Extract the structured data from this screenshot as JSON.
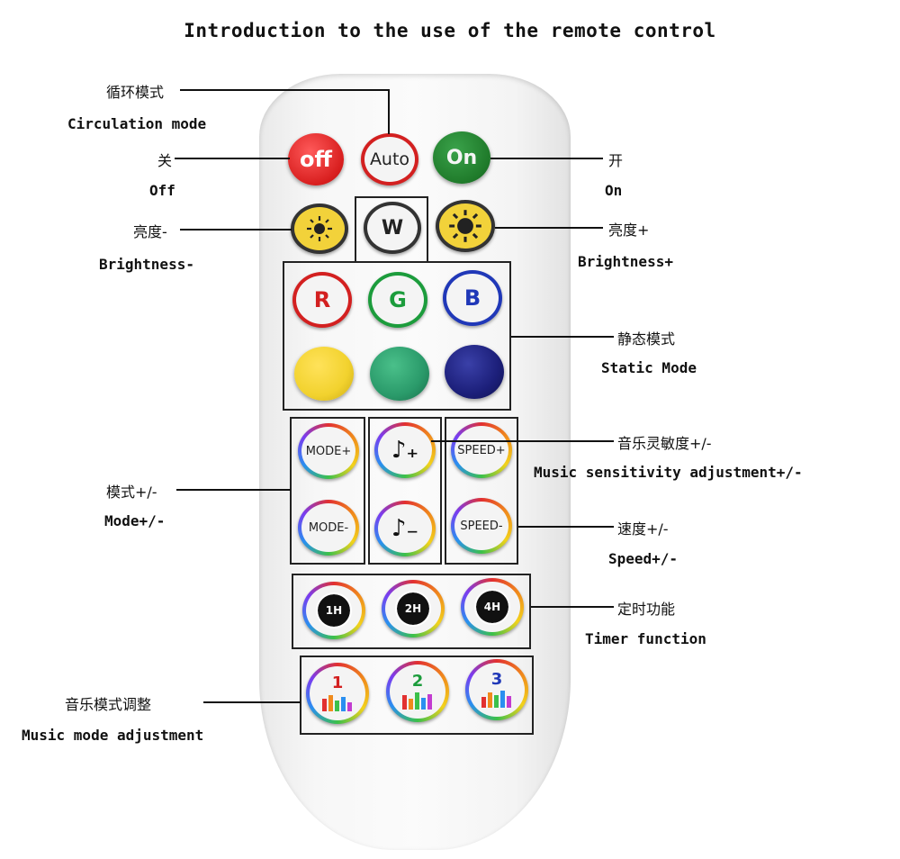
{
  "title": "Introduction to the use of the remote control",
  "labels": {
    "circulation_zh": "循环模式",
    "circulation_en": "Circulation mode",
    "off_zh": "关",
    "off_en": "Off",
    "on_zh": "开",
    "on_en": "On",
    "brightness_minus_zh": "亮度-",
    "brightness_minus_en": "Brightness-",
    "brightness_plus_zh": "亮度+",
    "brightness_plus_en": "Brightness+",
    "static_zh": "静态模式",
    "static_en": "Static Mode",
    "music_sens_zh": "音乐灵敏度+/-",
    "music_sens_en": "Music sensitivity adjustment+/-",
    "mode_zh": "模式+/-",
    "mode_en": "Mode+/-",
    "speed_zh": "速度+/-",
    "speed_en": "Speed+/-",
    "timer_zh": "定时功能",
    "timer_en": "Timer function",
    "music_mode_zh": "音乐模式调整",
    "music_mode_en": "Music mode adjustment"
  },
  "buttons": {
    "off": "off",
    "auto": "Auto",
    "on": "On",
    "white": "W",
    "red": "R",
    "green": "G",
    "blue": "B",
    "mode_plus": "MODE+",
    "mode_minus": "MODE-",
    "speed_plus": "SPEED+",
    "speed_minus": "SPEED-",
    "music_plus": "♪₊",
    "music_minus": "♪₋",
    "timer_1": "1H",
    "timer_2": "2H",
    "timer_4": "4H",
    "music_1": "1",
    "music_2": "2",
    "music_3": "3"
  },
  "colors": {
    "off_button": "#e02a2a",
    "on_button": "#1f7a2a",
    "brightness_button": "#f0d23a",
    "static_yellow": "#f2d22e",
    "static_teal": "#2a9a6a",
    "static_navy": "#1c1f7a"
  },
  "icons": {
    "brightness": "sun-icon",
    "music": "music-note-icon",
    "timer": "timer-icon",
    "music_mode": "equalizer-icon"
  }
}
